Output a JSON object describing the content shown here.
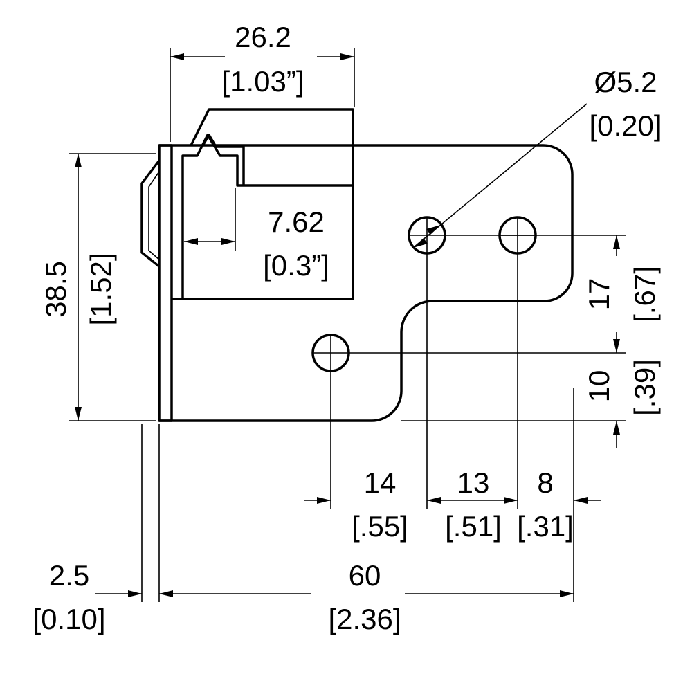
{
  "dimensions": {
    "width_top": {
      "mm": "26.2",
      "inch": "[1.03”]"
    },
    "hole_dia": {
      "mm": "Ø5.2",
      "inch": "[0.20]"
    },
    "slot_offset": {
      "mm": "7.62",
      "inch": "[0.3”]"
    },
    "height_left": {
      "mm": "38.5",
      "inch": "[1.52]"
    },
    "v_upper": {
      "mm": "17",
      "inch": "[.67]"
    },
    "v_lower": {
      "mm": "10",
      "inch": "[.39]"
    },
    "h_14": {
      "mm": "14",
      "inch": "[.55]"
    },
    "h_13": {
      "mm": "13",
      "inch": "[.51]"
    },
    "h_8": {
      "mm": "8",
      "inch": "[.31]"
    },
    "thickness": {
      "mm": "2.5",
      "inch": "[0.10]"
    },
    "overall": {
      "mm": "60",
      "inch": "[2.36]"
    }
  }
}
